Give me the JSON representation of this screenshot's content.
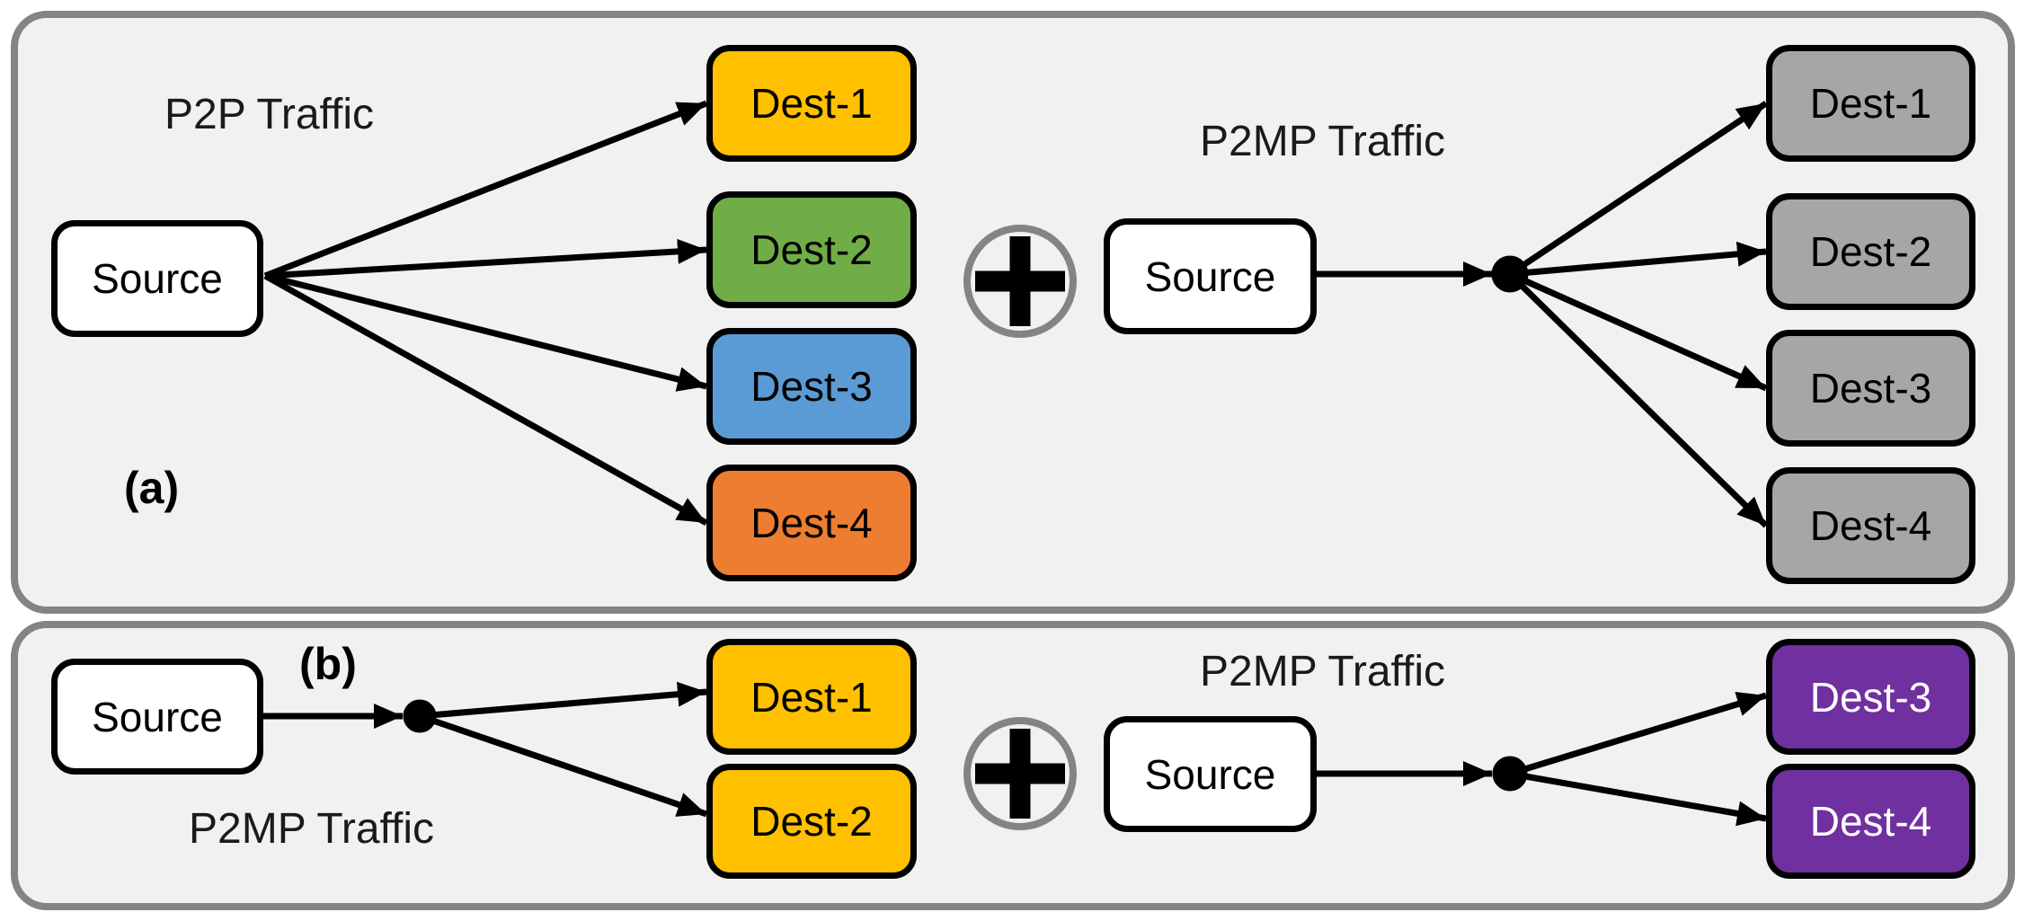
{
  "colors": {
    "panel_bg": "#F1F1F1",
    "panel_border": "#848484",
    "node_border": "#000000",
    "source_fill": "#FFFFFF",
    "arrow": "#000000",
    "yellow": "#FFC000",
    "green": "#70AD47",
    "blue": "#5B9BD5",
    "orange": "#ED7D31",
    "gray": "#A6A6A6",
    "purple": "#7030A0"
  },
  "icons": {
    "plus": "plus-circle-icon"
  },
  "panel_a": {
    "caption": "(a)",
    "p2p": {
      "title": "P2P Traffic",
      "source_label": "Source",
      "dests": [
        {
          "label": "Dest-1",
          "fill": "#FFC000",
          "text": "#000000"
        },
        {
          "label": "Dest-2",
          "fill": "#70AD47",
          "text": "#000000"
        },
        {
          "label": "Dest-3",
          "fill": "#5B9BD5",
          "text": "#000000"
        },
        {
          "label": "Dest-4",
          "fill": "#ED7D31",
          "text": "#000000"
        }
      ]
    },
    "p2mp": {
      "title": "P2MP Traffic",
      "source_label": "Source",
      "dests": [
        {
          "label": "Dest-1",
          "fill": "#A6A6A6",
          "text": "#000000"
        },
        {
          "label": "Dest-2",
          "fill": "#A6A6A6",
          "text": "#000000"
        },
        {
          "label": "Dest-3",
          "fill": "#A6A6A6",
          "text": "#000000"
        },
        {
          "label": "Dest-4",
          "fill": "#A6A6A6",
          "text": "#000000"
        }
      ]
    }
  },
  "panel_b": {
    "caption": "(b)",
    "left_p2mp": {
      "title": "P2MP Traffic",
      "source_label": "Source",
      "dests": [
        {
          "label": "Dest-1",
          "fill": "#FFC000",
          "text": "#000000"
        },
        {
          "label": "Dest-2",
          "fill": "#FFC000",
          "text": "#000000"
        }
      ]
    },
    "right_p2mp": {
      "title": "P2MP Traffic",
      "source_label": "Source",
      "dests": [
        {
          "label": "Dest-3",
          "fill": "#7030A0",
          "text": "#FFFFFF"
        },
        {
          "label": "Dest-4",
          "fill": "#7030A0",
          "text": "#FFFFFF"
        }
      ]
    }
  }
}
